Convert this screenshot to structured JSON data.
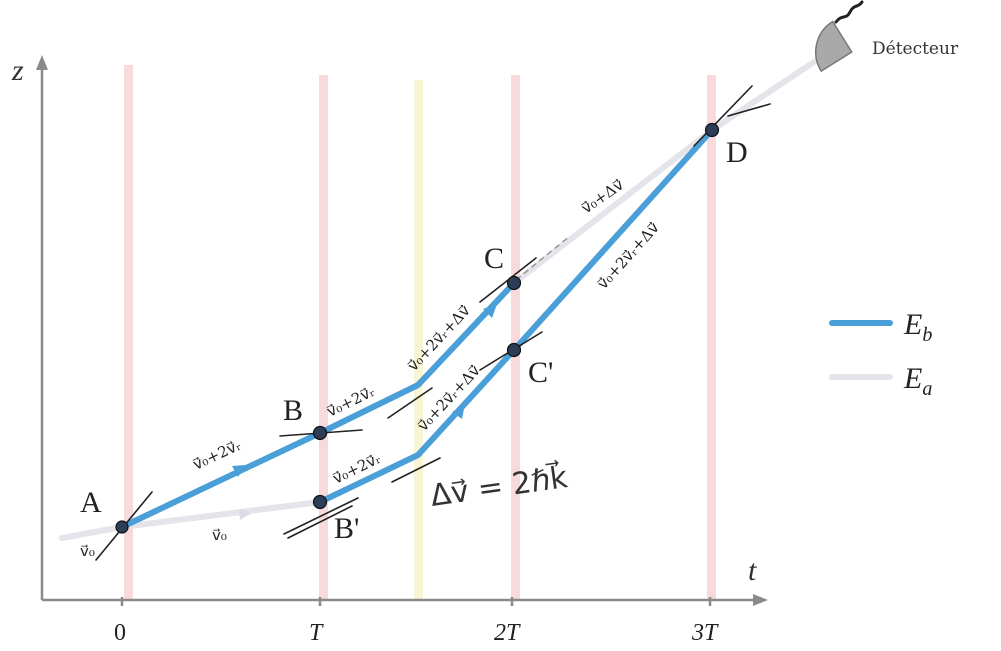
{
  "axes": {
    "z_label": "z",
    "t_label": "t",
    "ticks": [
      "0",
      "T",
      "2T",
      "3T"
    ]
  },
  "points": {
    "A": "A",
    "B": "B",
    "B_prime": "B'",
    "C": "C",
    "C_prime": "C'",
    "D": "D"
  },
  "path_labels": {
    "v0_left": "v⃗₀",
    "v0_AB": "v⃗₀",
    "AB_upper": "v⃗₀+2v⃗ᵣ",
    "B_upper": "v⃗₀+2v⃗ᵣ",
    "Bp_lower": "v⃗₀+2v⃗ᵣ",
    "BC_upper": "v⃗₀+2v⃗ᵣ+Δv⃗",
    "BpCp_lower": "v⃗₀+2v⃗ᵣ+Δv⃗",
    "CD_gray": "v⃗₀+Δv⃗",
    "CpD_blue": "v⃗₀+2v⃗ᵣ+Δv⃗"
  },
  "legend": {
    "items": [
      {
        "label": "E_b",
        "main": "E",
        "sub": "b",
        "color": "#4a9fd8"
      },
      {
        "label": "E_a",
        "main": "E",
        "sub": "a",
        "color": "#e4e4ea"
      }
    ]
  },
  "detector": {
    "label": "Détecteur"
  },
  "annotation": {
    "handwritten": "Δv⃗ = 2ℏk⃗"
  },
  "colors": {
    "beam_b": "#4a9fd8",
    "beam_a": "#e4e4ea",
    "pulse_line": "#f4c6cc",
    "pulse_mid": "#f4f2c4",
    "axis": "#888888"
  }
}
